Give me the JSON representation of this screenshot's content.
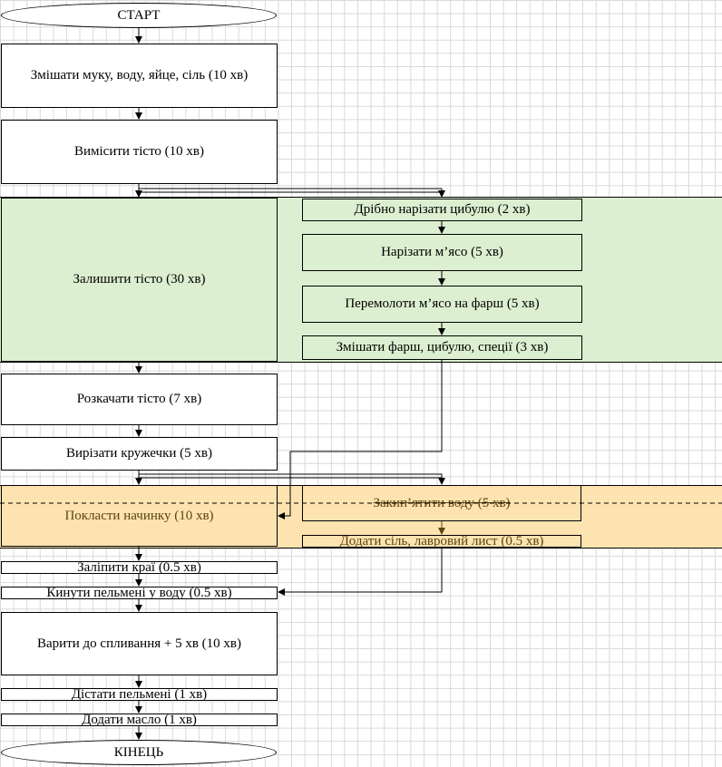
{
  "start": "СТАРТ",
  "end": "КІНЕЦЬ",
  "steps": {
    "mix": "Змішати муку, воду, яйце, сіль (10 хв)",
    "knead": "Вимісити тісто (10 хв)",
    "rest": "Залишити тісто (30 хв)",
    "onion": "Дрібно нарізати цибулю (2 хв)",
    "cut_meat": "Нарізати м’ясо (5 хв)",
    "grind": "Перемолоти м’ясо на фарш (5 хв)",
    "mix_filling": "Змішати фарш, цибулю, спеції (3 хв)",
    "roll": "Розкачати тісто (7 хв)",
    "circles": "Вирізати кружечки (5 хв)",
    "fill": "Покласти начинку (10 хв)",
    "boil_water": "Закип’ятити воду (5 хв)",
    "add_salt": "Додати сіль, лавровий лист (0.5 хв)",
    "seal": "Заліпити краї (0.5 хв)",
    "throw": "Кинути пельмені у воду (0.5 хв)",
    "cook": "Варити до спливання + 5 хв (10 хв)",
    "take_out": "Дістати пельмені (1 хв)",
    "butter": "Додати масло (1 хв)"
  },
  "colors": {
    "green_band": "#dcefd0",
    "orange_band": "#fde3b0",
    "brown_text": "#5c4412"
  }
}
